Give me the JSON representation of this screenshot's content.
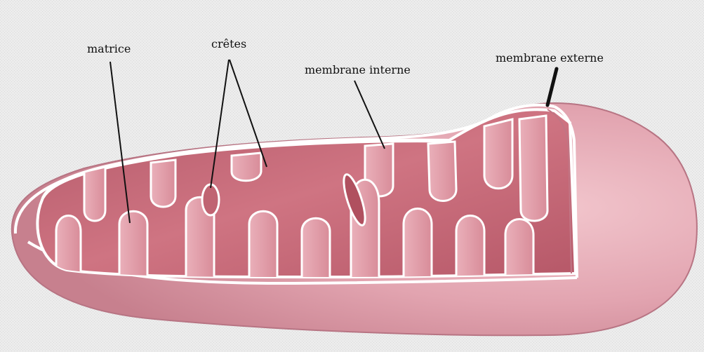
{
  "labels": {
    "matrix": "matrice",
    "cristae": "crêtes",
    "inner_membrane": "membrane interne",
    "outer_membrane": "membrane externe"
  },
  "colors": {
    "background": "#e9e9e9",
    "outer_membrane": "#e4aab5",
    "outer_shading": "#c98794",
    "inner_space": "#c96b78",
    "inner_dark": "#a84a5a",
    "membrane_highlight": "#ffffff",
    "cristae_fill": "#e6a2ad"
  }
}
